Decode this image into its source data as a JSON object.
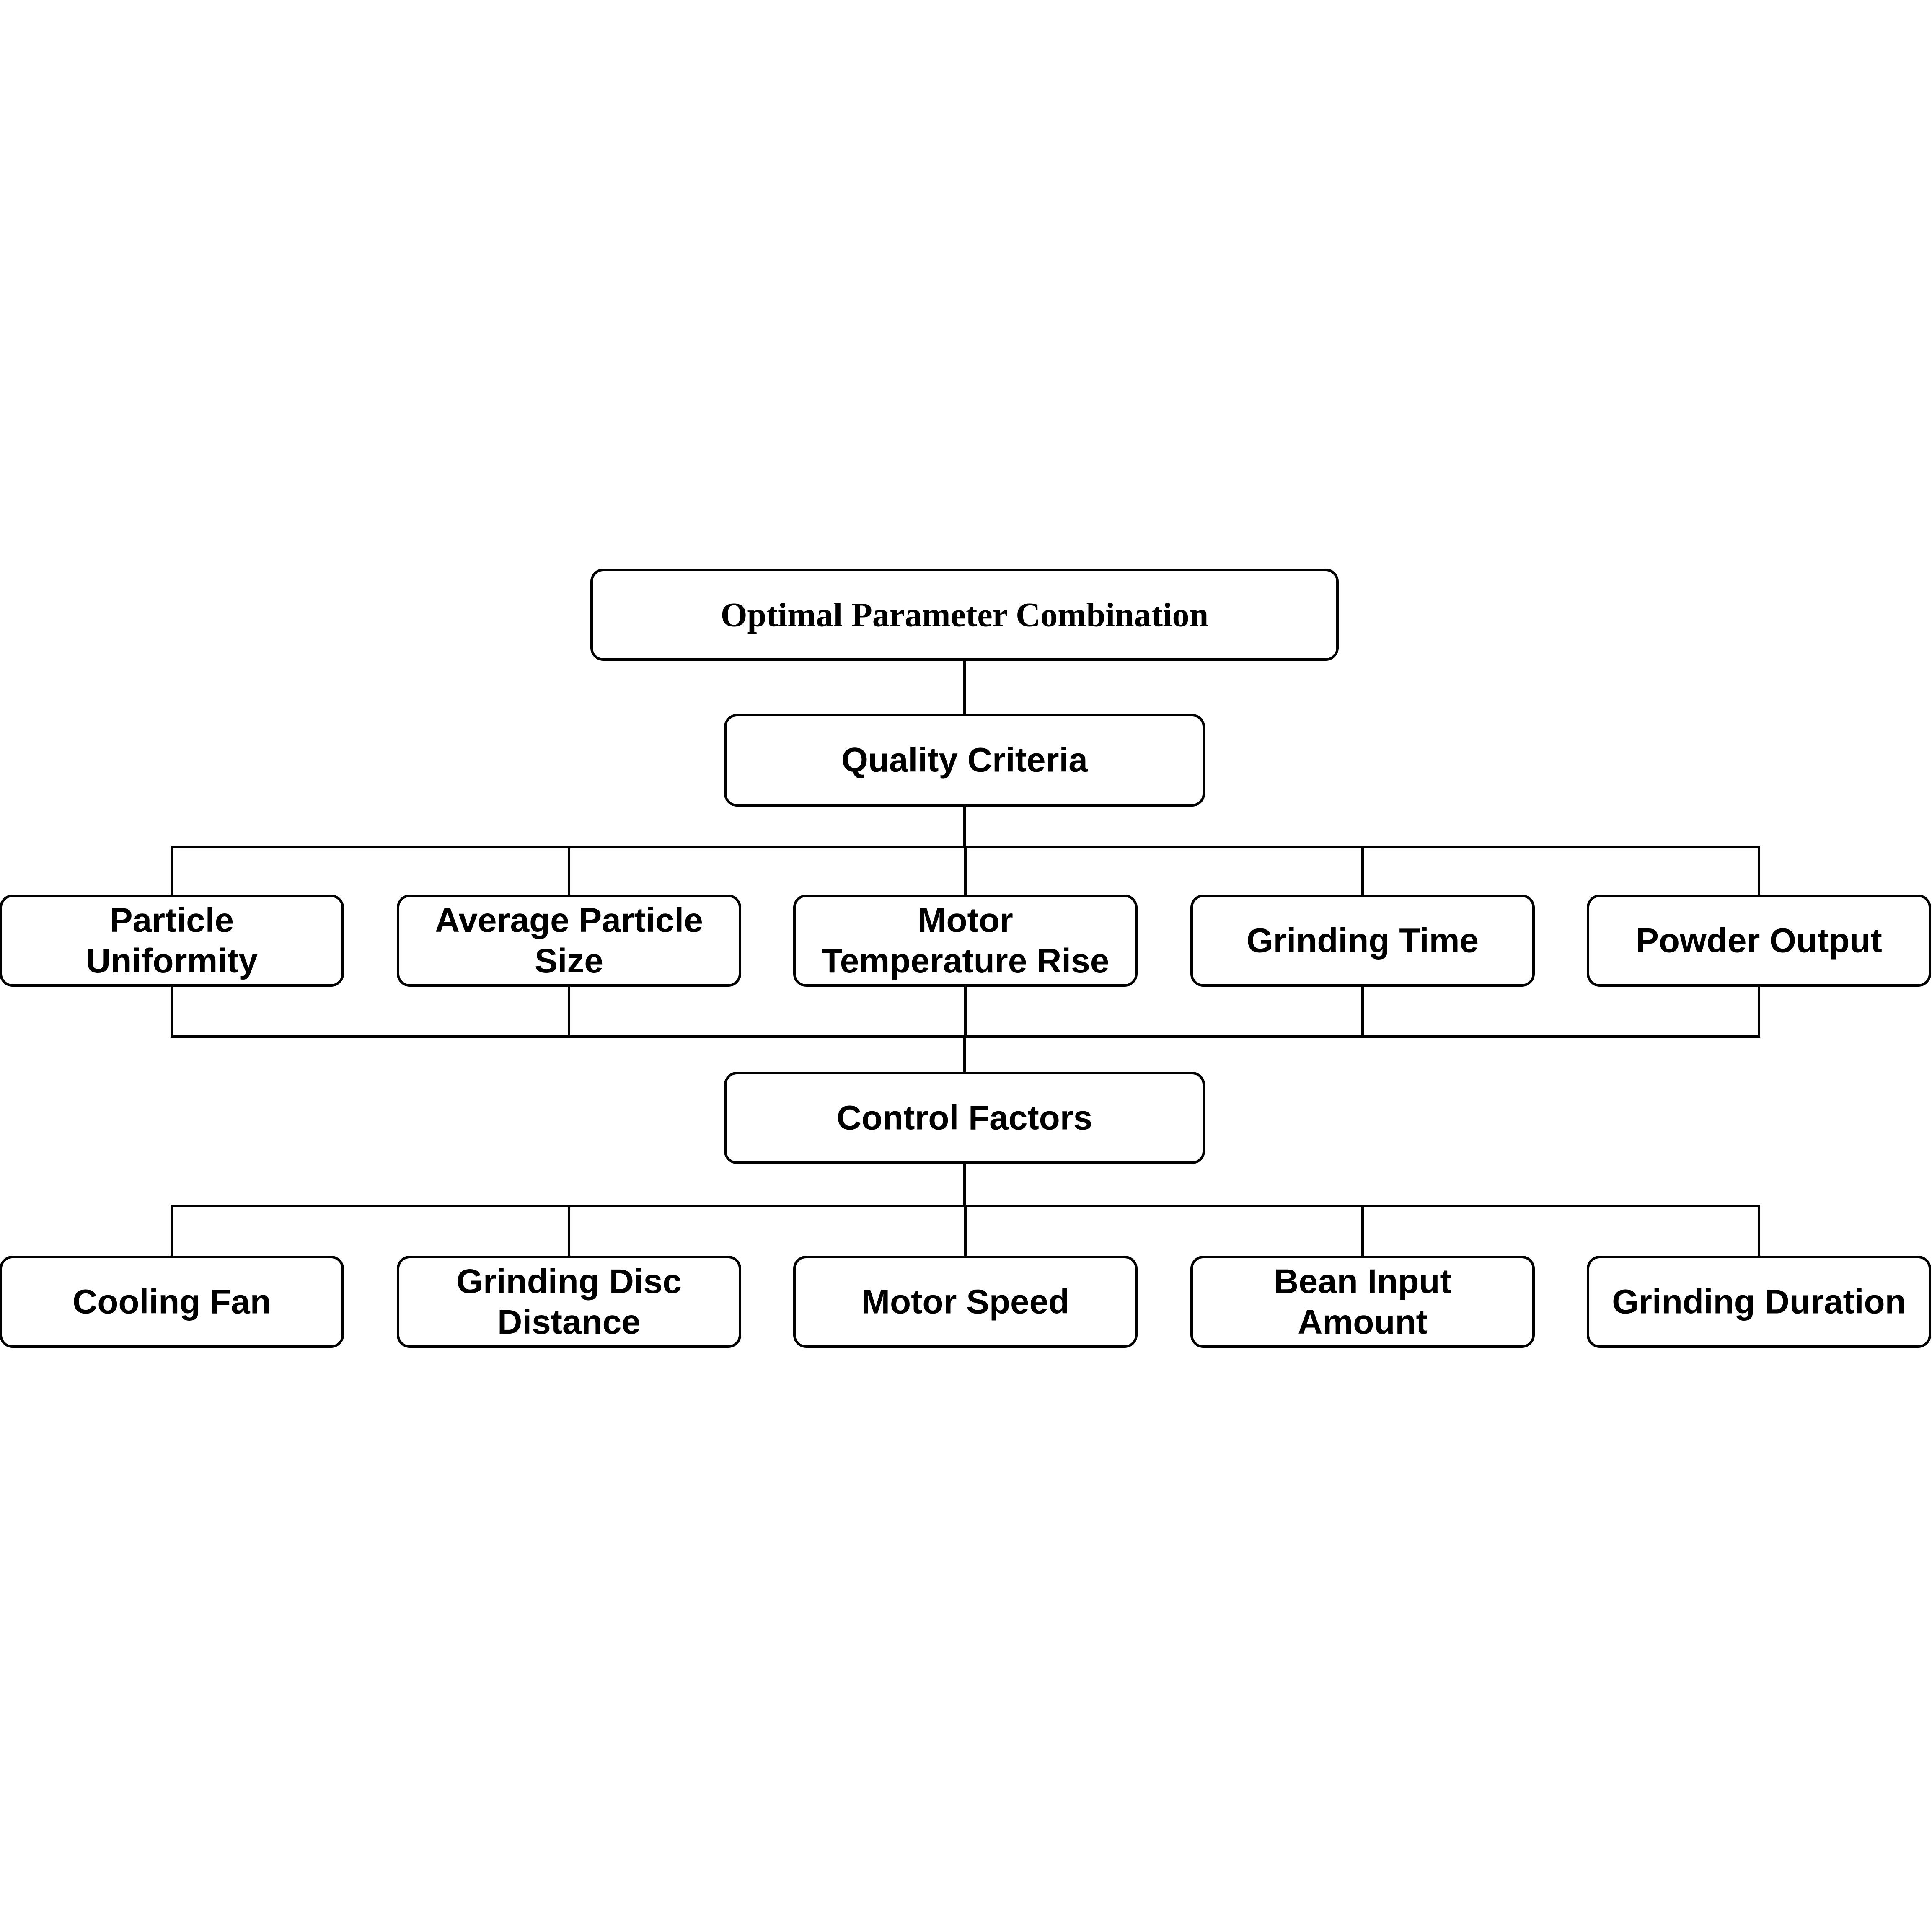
{
  "root": {
    "label": "Optimal Parameter Combination"
  },
  "quality": {
    "label": "Quality Criteria"
  },
  "criteria": [
    {
      "lines": [
        "Particle",
        "Uniformity"
      ]
    },
    {
      "lines": [
        "Average Particle",
        "Size"
      ]
    },
    {
      "lines": [
        "Motor",
        "Temperature Rise"
      ]
    },
    {
      "lines": [
        "Grinding Time"
      ]
    },
    {
      "lines": [
        "Powder Output"
      ]
    }
  ],
  "control": {
    "label": "Control Factors"
  },
  "factors": [
    {
      "lines": [
        "Cooling Fan"
      ]
    },
    {
      "lines": [
        "Grinding Disc",
        "Distance"
      ]
    },
    {
      "lines": [
        "Motor Speed"
      ]
    },
    {
      "lines": [
        "Bean Input",
        "Amount"
      ]
    },
    {
      "lines": [
        "Grinding Duration"
      ]
    }
  ]
}
